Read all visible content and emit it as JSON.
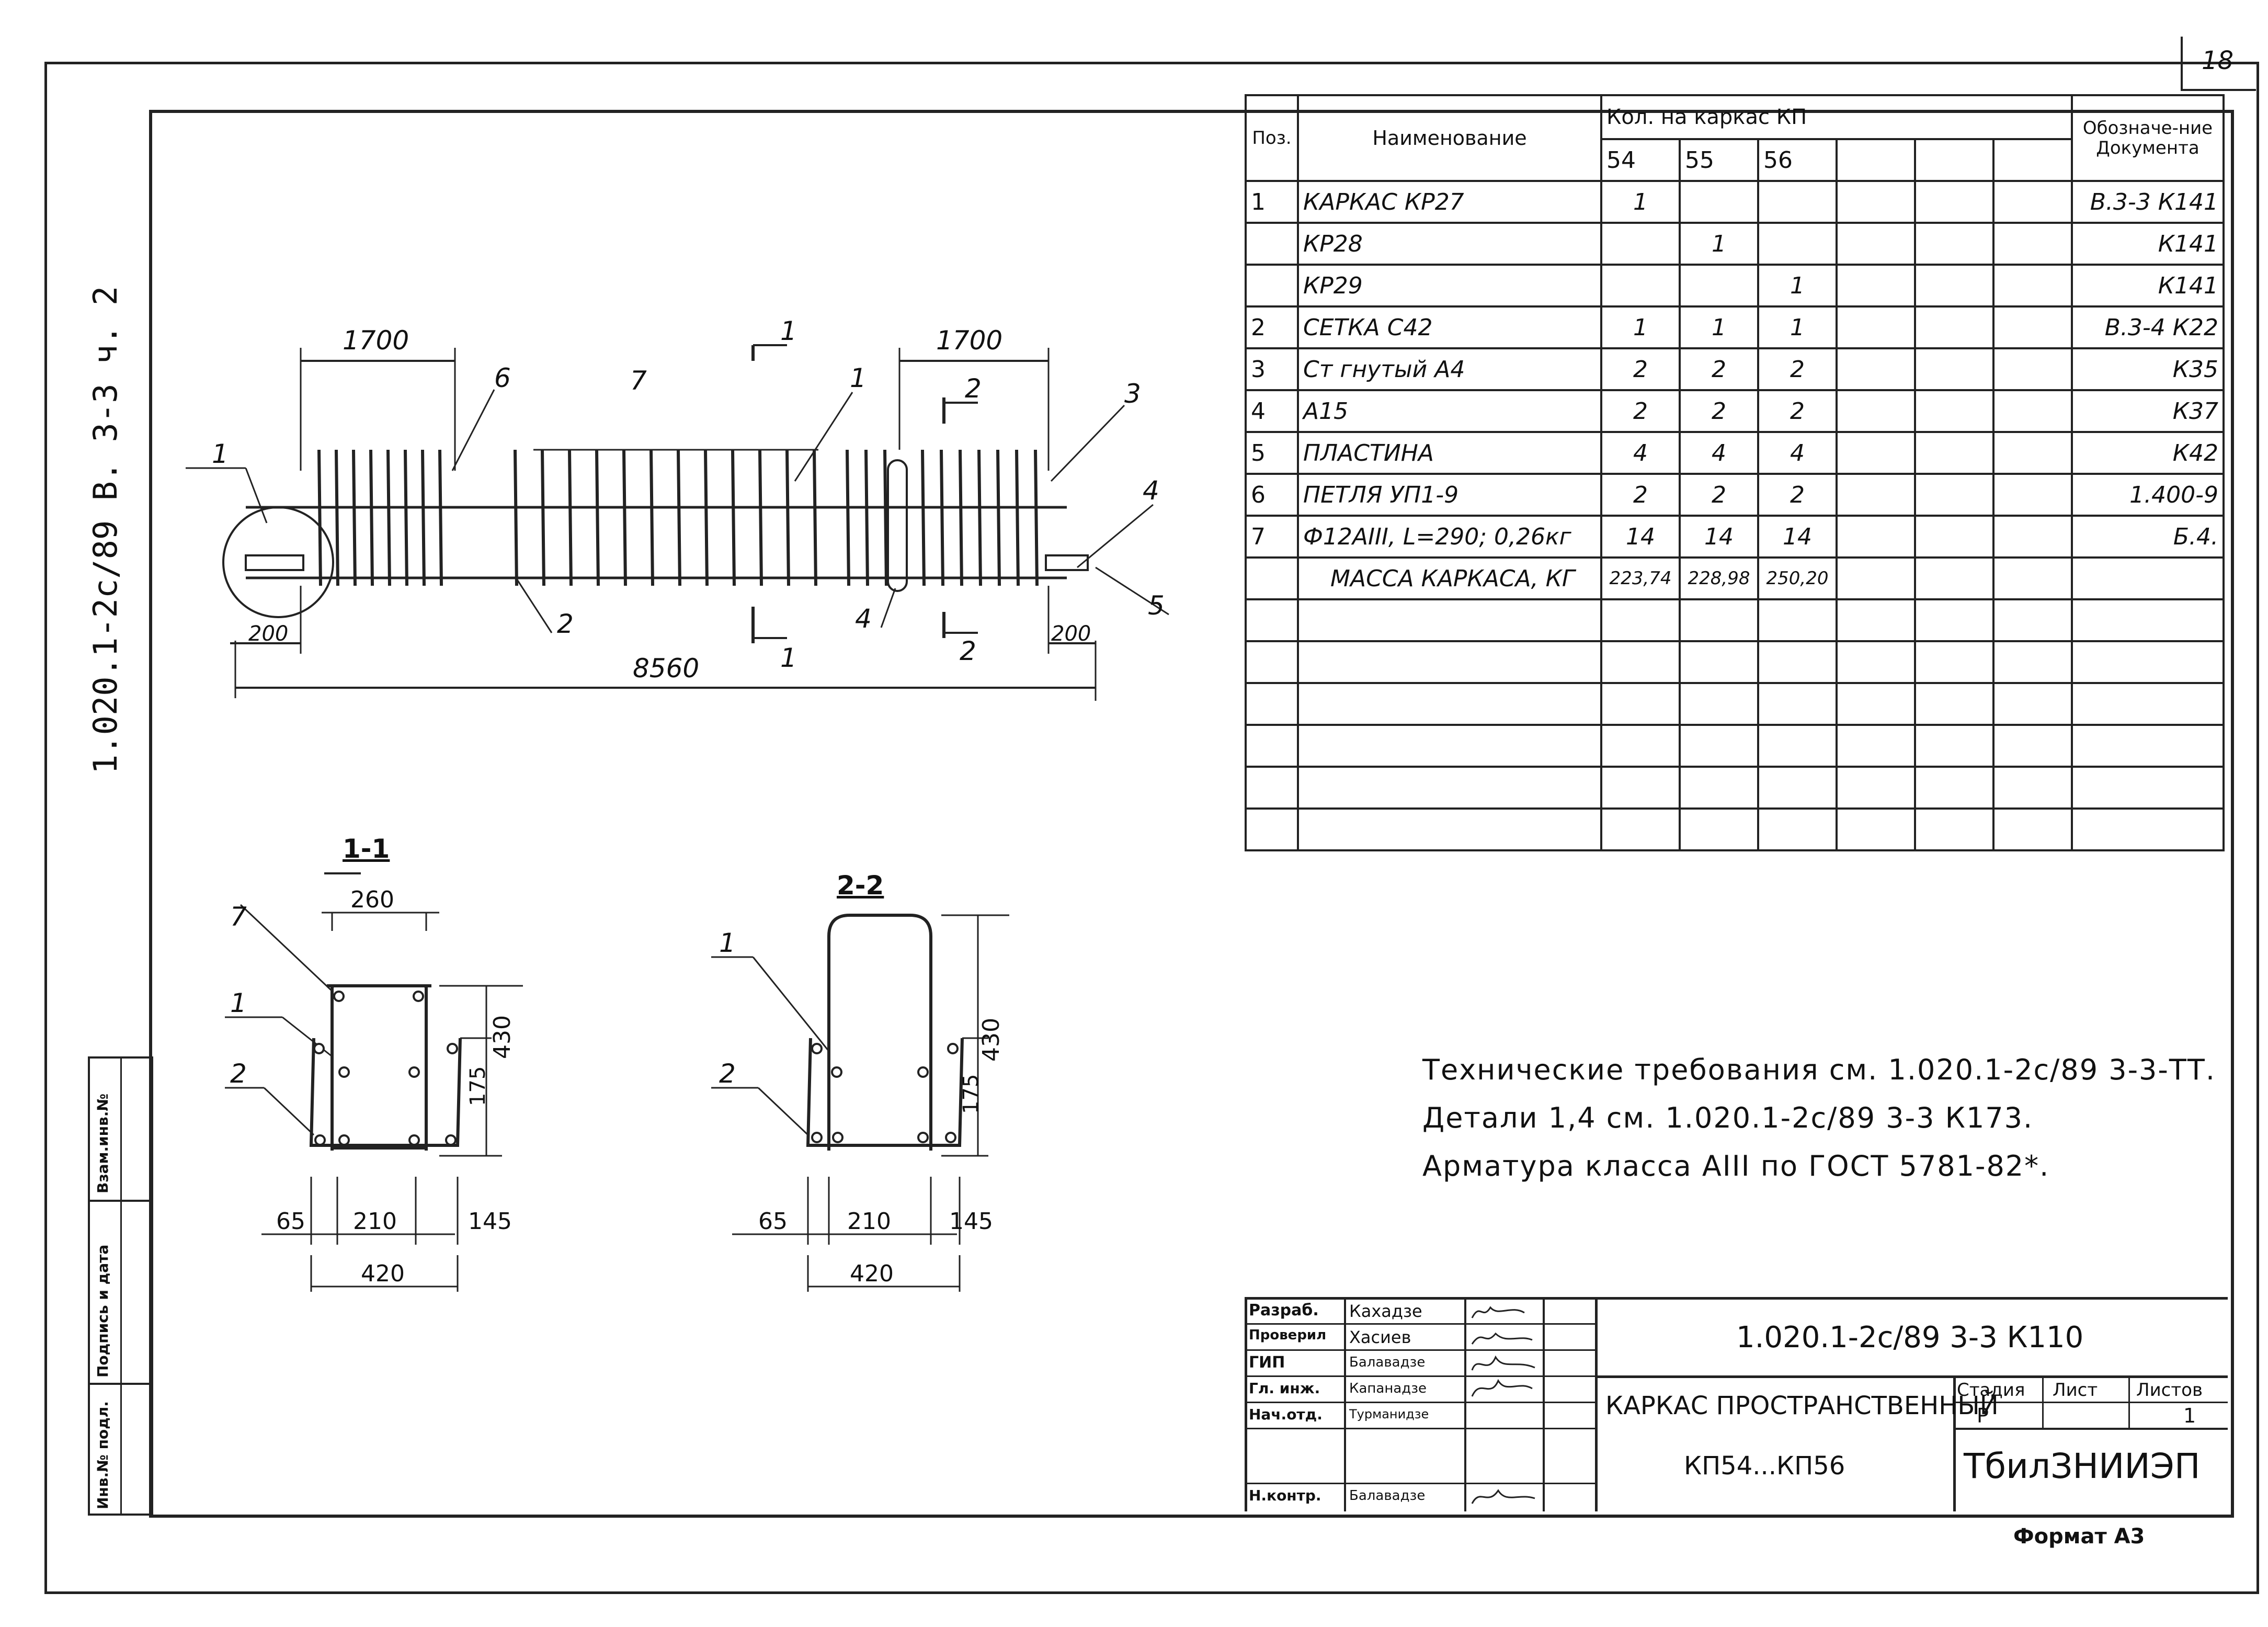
{
  "page_number": "18",
  "side_code": "1.020.1-2с/89  В. 3-3  ч. 2",
  "stamp": {
    "cell1": "Инв.№ подл.",
    "cell2": "Подпись и дата",
    "cell3": "Взам.инв.№"
  },
  "drawing": {
    "overall_length": "8560",
    "dim_left_top": "1700",
    "dim_right_top": "1700",
    "dim_left_end": "200",
    "dim_right_end": "200",
    "section_1_top": "1",
    "section_1_bottom": "1",
    "section_2_top": "2",
    "section_2_bottom": "2",
    "callouts": [
      "1",
      "6",
      "7",
      "1",
      "3",
      "4",
      "5",
      "2",
      "4"
    ],
    "section_11": {
      "title": "1-1",
      "dim_top": "260",
      "dim_height": "430",
      "dim_low": "175",
      "dim_a": "65",
      "dim_b": "210",
      "dim_c": "145",
      "dim_total": "420",
      "callouts": [
        "7",
        "1",
        "2"
      ]
    },
    "section_22": {
      "title": "2-2",
      "dim_height": "430",
      "dim_low": "175",
      "dim_a": "65",
      "dim_b": "210",
      "dim_c": "145",
      "dim_total": "420",
      "callouts": [
        "1",
        "2"
      ]
    }
  },
  "spec_table": {
    "header": {
      "pos": "Поз.",
      "name": "Наименование",
      "qty": "Кол. на каркас КП",
      "qty_cols": [
        "54",
        "55",
        "56"
      ],
      "doc": "Обозначе-ние Документа"
    },
    "rows": [
      {
        "pos": "1",
        "name": "КАРКАС    КР27",
        "c54": "1",
        "c55": "",
        "c56": "",
        "doc": "В.3-3 К141"
      },
      {
        "pos": "",
        "name": "КР28",
        "c54": "",
        "c55": "1",
        "c56": "",
        "doc": "К141"
      },
      {
        "pos": "",
        "name": "КР29",
        "c54": "",
        "c55": "",
        "c56": "1",
        "doc": "К141"
      },
      {
        "pos": "2",
        "name": "СЕТКА    С42",
        "c54": "1",
        "c55": "1",
        "c56": "1",
        "doc": "В.3-4 К22"
      },
      {
        "pos": "3",
        "name": "Ст гнутый   А4",
        "c54": "2",
        "c55": "2",
        "c56": "2",
        "doc": "К35"
      },
      {
        "pos": "4",
        "name": "А15",
        "c54": "2",
        "c55": "2",
        "c56": "2",
        "doc": "К37"
      },
      {
        "pos": "5",
        "name": "ПЛАСТИНА",
        "c54": "4",
        "c55": "4",
        "c56": "4",
        "doc": "К42"
      },
      {
        "pos": "6",
        "name": "ПЕТЛЯ  УП1-9",
        "c54": "2",
        "c55": "2",
        "c56": "2",
        "doc": "1.400-9"
      },
      {
        "pos": "7",
        "name": "Ф12АIII, L=290; 0,26кг",
        "c54": "14",
        "c55": "14",
        "c56": "14",
        "doc": "Б.4."
      },
      {
        "pos": "",
        "name": "МАССА КАРКАСА, КГ",
        "c54": "223,74",
        "c55": "228,98",
        "c56": "250,20",
        "doc": ""
      }
    ]
  },
  "notes": [
    "Технические требования см. 1.020.1-2с/89 3-3-ТТ.",
    "Детали 1,4     см. 1.020.1-2с/89 3-3 К173.",
    "Арматура класса АIII по ГОСТ 5781-82*."
  ],
  "title_block": {
    "roles": [
      "Разраб.",
      "Проверил",
      "ГИП",
      "Гл. инж.",
      "Нач.отд.",
      "Н.контр."
    ],
    "names": [
      "Кахадзе",
      "Хасиев",
      "Балавадзе",
      "Капанадзе",
      "Турманидзе",
      "Балавадзе"
    ],
    "code": "1.020.1-2с/89  3-3  К110",
    "title_line1": "КАРКАС ПРОСТРАНСТВЕННЫЙ",
    "title_line2": "КП54...КП56",
    "stage_label": "Стадия",
    "sheet_label": "Лист",
    "sheets_label": "Листов",
    "stage_value": "Р",
    "sheets_value": "1",
    "org": "ТбилЗНИИЭП"
  },
  "format": "Формат А3"
}
